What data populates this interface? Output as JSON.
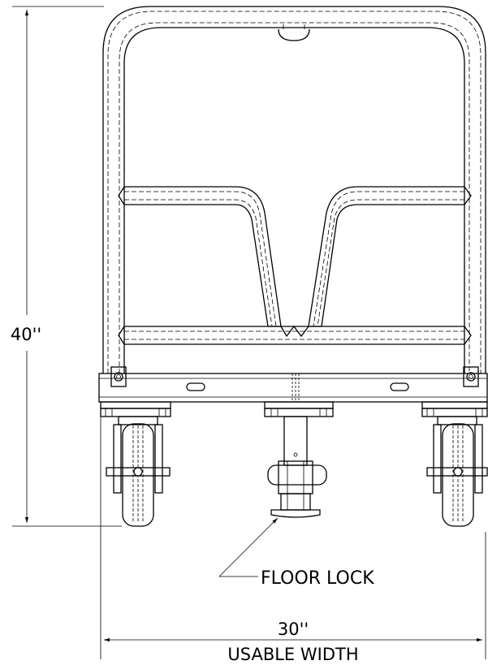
{
  "dimensions": {
    "height": "40''",
    "width": "30''",
    "width_caption": "USABLE WIDTH"
  },
  "callouts": {
    "floor_lock": "FLOOR LOCK"
  }
}
